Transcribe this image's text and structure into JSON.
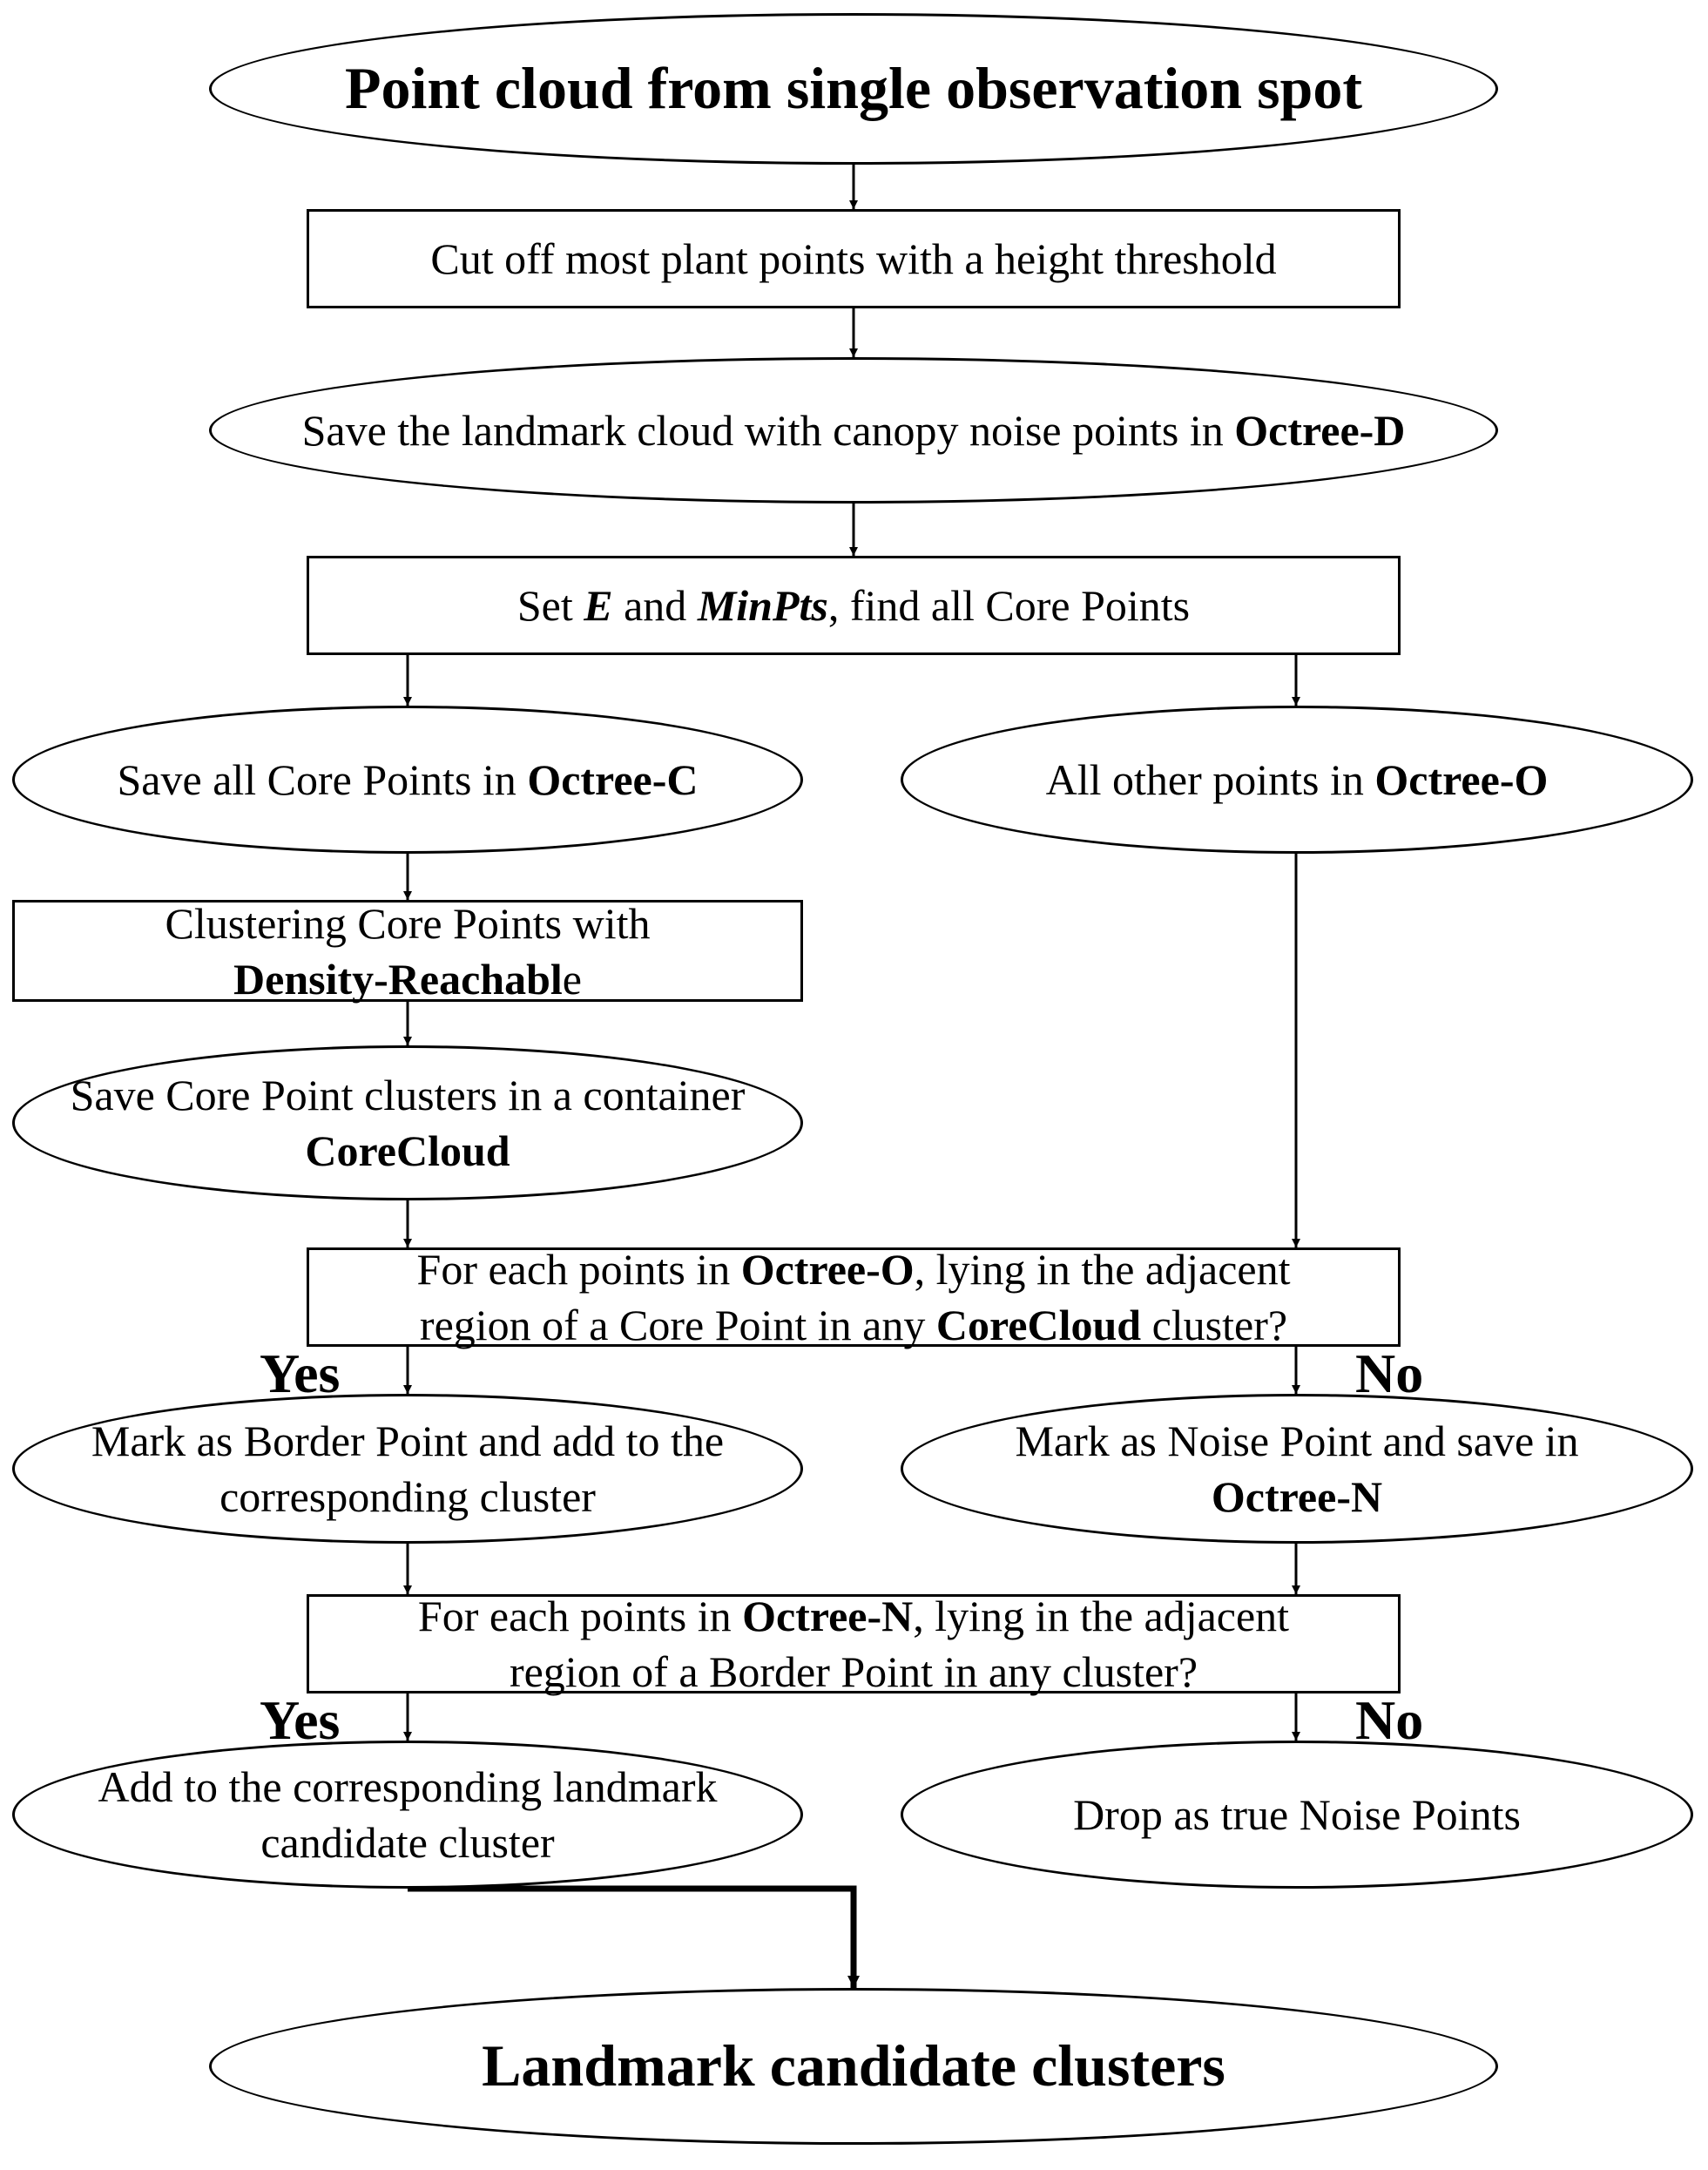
{
  "nodes": {
    "start": {
      "text": "Point cloud from single observation spot"
    },
    "cut": {
      "text": "Cut off most plant points with a height threshold"
    },
    "save_landmark": {
      "pre": "Save the landmark cloud with canopy noise points in ",
      "bold": "Octree-D"
    },
    "set_params": {
      "pre": "Set ",
      "e": "E",
      "mid": " and ",
      "minpts": "MinPts",
      "post": ", find all Core Points"
    },
    "save_core": {
      "pre": "Save all Core Points in ",
      "bold": "Octree-C"
    },
    "other_points": {
      "pre": "All other points in ",
      "bold": "Octree-O"
    },
    "clustering": {
      "line1": "Clustering Core Points with",
      "bold": "Density-Reachabl",
      "post": "e"
    },
    "save_clusters": {
      "line1": "Save Core Point clusters in a container",
      "bold": "CoreCloud"
    },
    "decision1": {
      "line1_pre": "For each points in ",
      "line1_bold": "Octree-O",
      "line1_post": ", lying in the adjacent",
      "line2_pre": "region of a Core Point in any ",
      "line2_bold": "CoreCloud",
      "line2_post": " cluster?"
    },
    "border": {
      "line1": "Mark as Border Point and add to the",
      "line2": "corresponding cluster"
    },
    "noise": {
      "line1": "Mark as Noise Point and save in",
      "bold": "Octree-N"
    },
    "decision2": {
      "line1_pre": "For each points in ",
      "line1_bold": "Octree-N",
      "line1_post": ", lying in the adjacent",
      "line2": "region of a Border Point in any cluster?"
    },
    "add_candidate": {
      "line1": "Add to the corresponding landmark",
      "line2": "candidate cluster"
    },
    "drop": {
      "text": "Drop as true Noise Points"
    },
    "end": {
      "text": "Landmark candidate clusters"
    }
  },
  "branch_labels": {
    "yes1": "Yes",
    "no1": "No",
    "yes2": "Yes",
    "no2": "No"
  }
}
